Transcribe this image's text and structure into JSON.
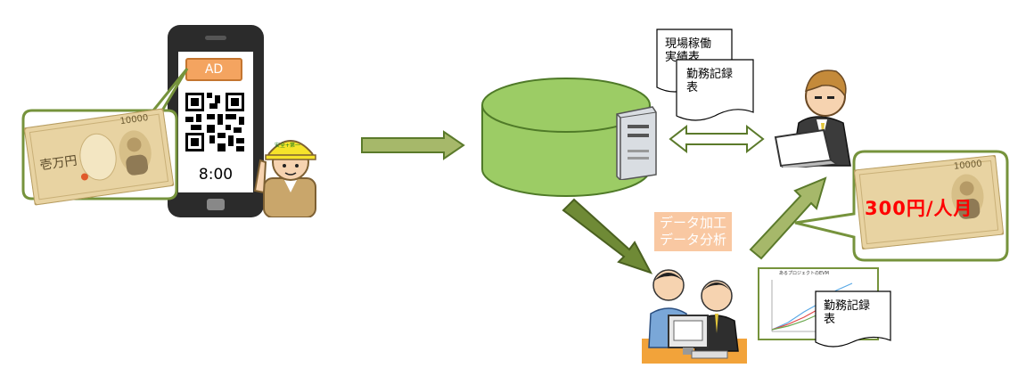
{
  "phone": {
    "ad_label": "AD",
    "time": "8:00"
  },
  "worker": {
    "helmet_text": "安全+第一"
  },
  "banknote": {
    "value": "10000",
    "denomination": "壱万円"
  },
  "documents": {
    "doc_back_line1": "現場稼働",
    "doc_back_line2": "実績表",
    "doc_front_line1": "勤務記録",
    "doc_front_line2": "表",
    "doc_bottom_line1": "勤務記録",
    "doc_bottom_line2": "表"
  },
  "processing": {
    "line1": "データ加工",
    "line2": "データ分析"
  },
  "price": {
    "label": "300円/人月"
  },
  "chart_preview": {
    "title": "あるプロジェクトのEVM"
  },
  "colors": {
    "arrow_fill": "#a6b86a",
    "arrow_stroke": "#5b7a2b",
    "db_fill": "#9ccc65",
    "bubble_stroke": "#76933c",
    "note_fill": "#e8d3a2",
    "phone_body": "#2b2b2b",
    "ad_fill": "#f4a460",
    "price_red": "#ff0000",
    "label_peach": "#f9c8a2"
  }
}
